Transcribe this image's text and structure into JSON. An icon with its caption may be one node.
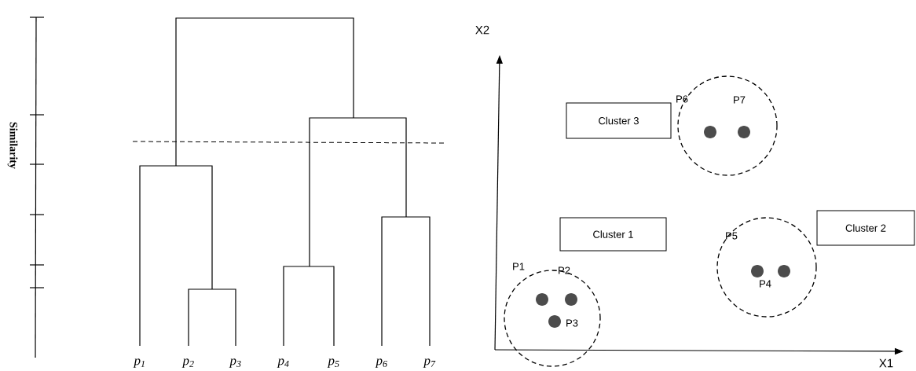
{
  "diagram": {
    "nodes": [
      {
        "text": [
          "Cluster 3"
        ]
      },
      {
        "text": [
          "Cluster 1"
        ]
      },
      {
        "text": [
          "Cluster 2"
        ]
      }
    ],
    "labels": [
      "Similarity",
      "X2",
      "P6",
      "P7",
      "P5",
      "P1",
      "P2",
      "P4",
      "P3",
      "p$_{1}$",
      "p$_{2}$",
      "p$_{3}$",
      "p$_{4}$",
      "p$_{5}$",
      "p$_{6}$",
      "p$_{7}$",
      "X1"
    ]
  }
}
